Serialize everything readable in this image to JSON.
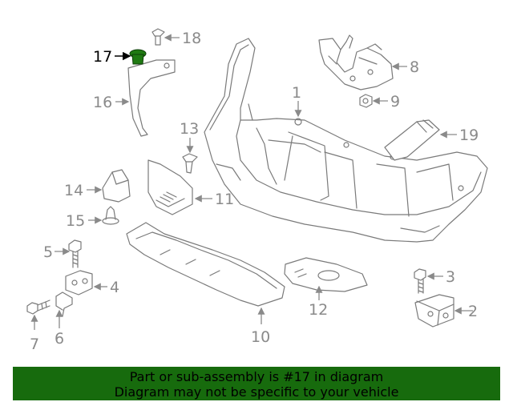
{
  "diagram": {
    "highlight_color": "#1f7a12",
    "callouts": [
      "1",
      "2",
      "3",
      "5",
      "6",
      "7",
      "8",
      "9",
      "10",
      "11",
      "12",
      "13",
      "14",
      "15",
      "16",
      "17",
      "18",
      "19"
    ],
    "callout_labels": {
      "c1": "1",
      "c2": "2",
      "c3": "3",
      "c4": "4",
      "c5": "5",
      "c6": "6",
      "c7": "7",
      "c8": "8",
      "c9": "9",
      "c10": "10",
      "c11": "11",
      "c12": "12",
      "c13": "13",
      "c14": "14",
      "c15": "15",
      "c16": "16",
      "c17": "17",
      "c18": "18",
      "c19": "19"
    }
  },
  "banner": {
    "line1": "Part or sub-assembly is #17 in diagram",
    "line2": "Diagram may not be specific to your vehicle",
    "background": "#176b0d"
  }
}
